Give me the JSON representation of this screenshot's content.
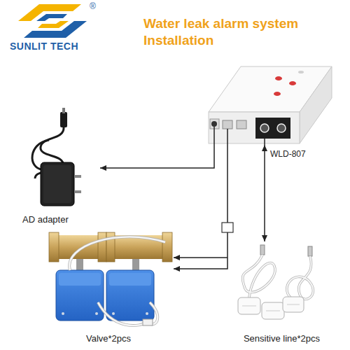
{
  "diagram": {
    "title": "Water leak alarm system Installation",
    "nodes": [
      {
        "text": [
          "WLD-807"
        ]
      },
      {
        "text": [
          "AD adapter"
        ]
      },
      {
        "text": [
          "Valve*2pcs"
        ]
      },
      {
        "text": [
          "Sensitive line*2pcs"
        ]
      }
    ],
    "edges": [
      {
        "from": 0,
        "to": 1,
        "arrow": "to"
      },
      {
        "from": 0,
        "to": 2,
        "arrow": "to"
      },
      {
        "from": 0,
        "to": 3,
        "arrow": "both"
      }
    ],
    "labels": [
      "SUNLIT TECH",
      "®"
    ]
  }
}
